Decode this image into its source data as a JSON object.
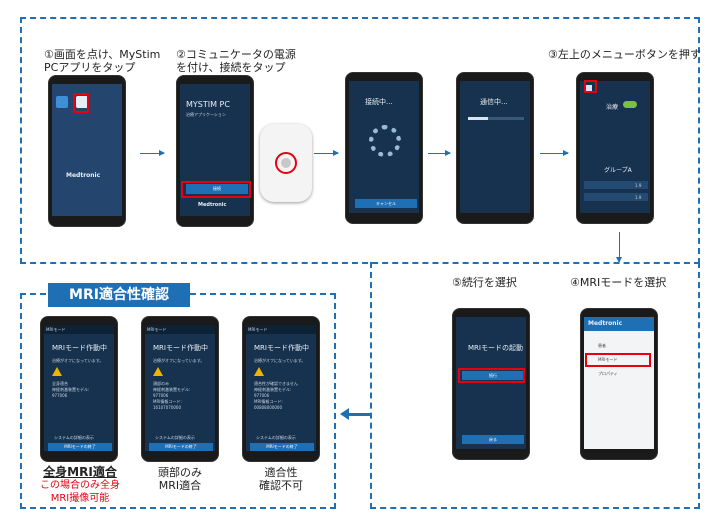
{
  "steps": {
    "s1": {
      "line1": "①画面を点け、MyStim",
      "line2": "PCアプリをタップ"
    },
    "s2": {
      "line1": "②コミュニケータの電源",
      "line2": "を付け、接続をタップ"
    },
    "s3": {
      "line1": "③左上のメニューボタンを押す"
    },
    "s4": {
      "line1": "④MRIモードを選択"
    },
    "s5": {
      "line1": "⑤続行を選択"
    }
  },
  "mri_section_title": "MRI適合性確認",
  "results": [
    {
      "line1": "全身MRI適合",
      "line2": "この場合のみ全身",
      "line3": "MRI撮像可能"
    },
    {
      "line1": "頭部のみ",
      "line2": "MRI適合"
    },
    {
      "line1": "適合性",
      "line2": "確認不可"
    }
  ],
  "screens": {
    "brand": "Medtronic",
    "app_title": "MYSTIM PC",
    "app_subtitle": "治療アプリケーション",
    "connect_label": "接続",
    "connecting": "接続中...",
    "cancel": "キャンセル",
    "communicating": "通信中...",
    "therapy": "治療",
    "group": "グループA",
    "row1_val": "1.9",
    "row2_val": "1.9",
    "menu_item1": "患者",
    "menu_item2": "MRIモード",
    "menu_item3": "プロパティ",
    "mri_start_title": "MRIモードの起動",
    "continue": "続行",
    "return": "戻る",
    "mri_mode_header": "MRIモード",
    "mri_active": "MRIモード作動中",
    "therapy_off": "治療がオフになっています。",
    "full_body_text": "全身適合",
    "head_only_text": "頭部のみ",
    "unknown_text": "適合性が確認できません",
    "model_label": "神経刺激装置モデル:",
    "model_no": "977006",
    "code_label": "MRI情報コード:",
    "code_no_a": "16107070000",
    "code_no_b": "00808000000",
    "system_details": "システムの詳細の表示",
    "end_mri": "MRIモードの終了"
  },
  "colors": {
    "accent": "#1f6fb4",
    "highlight": "#e60012",
    "screen": "#17324f",
    "warning": "#f0b400"
  }
}
